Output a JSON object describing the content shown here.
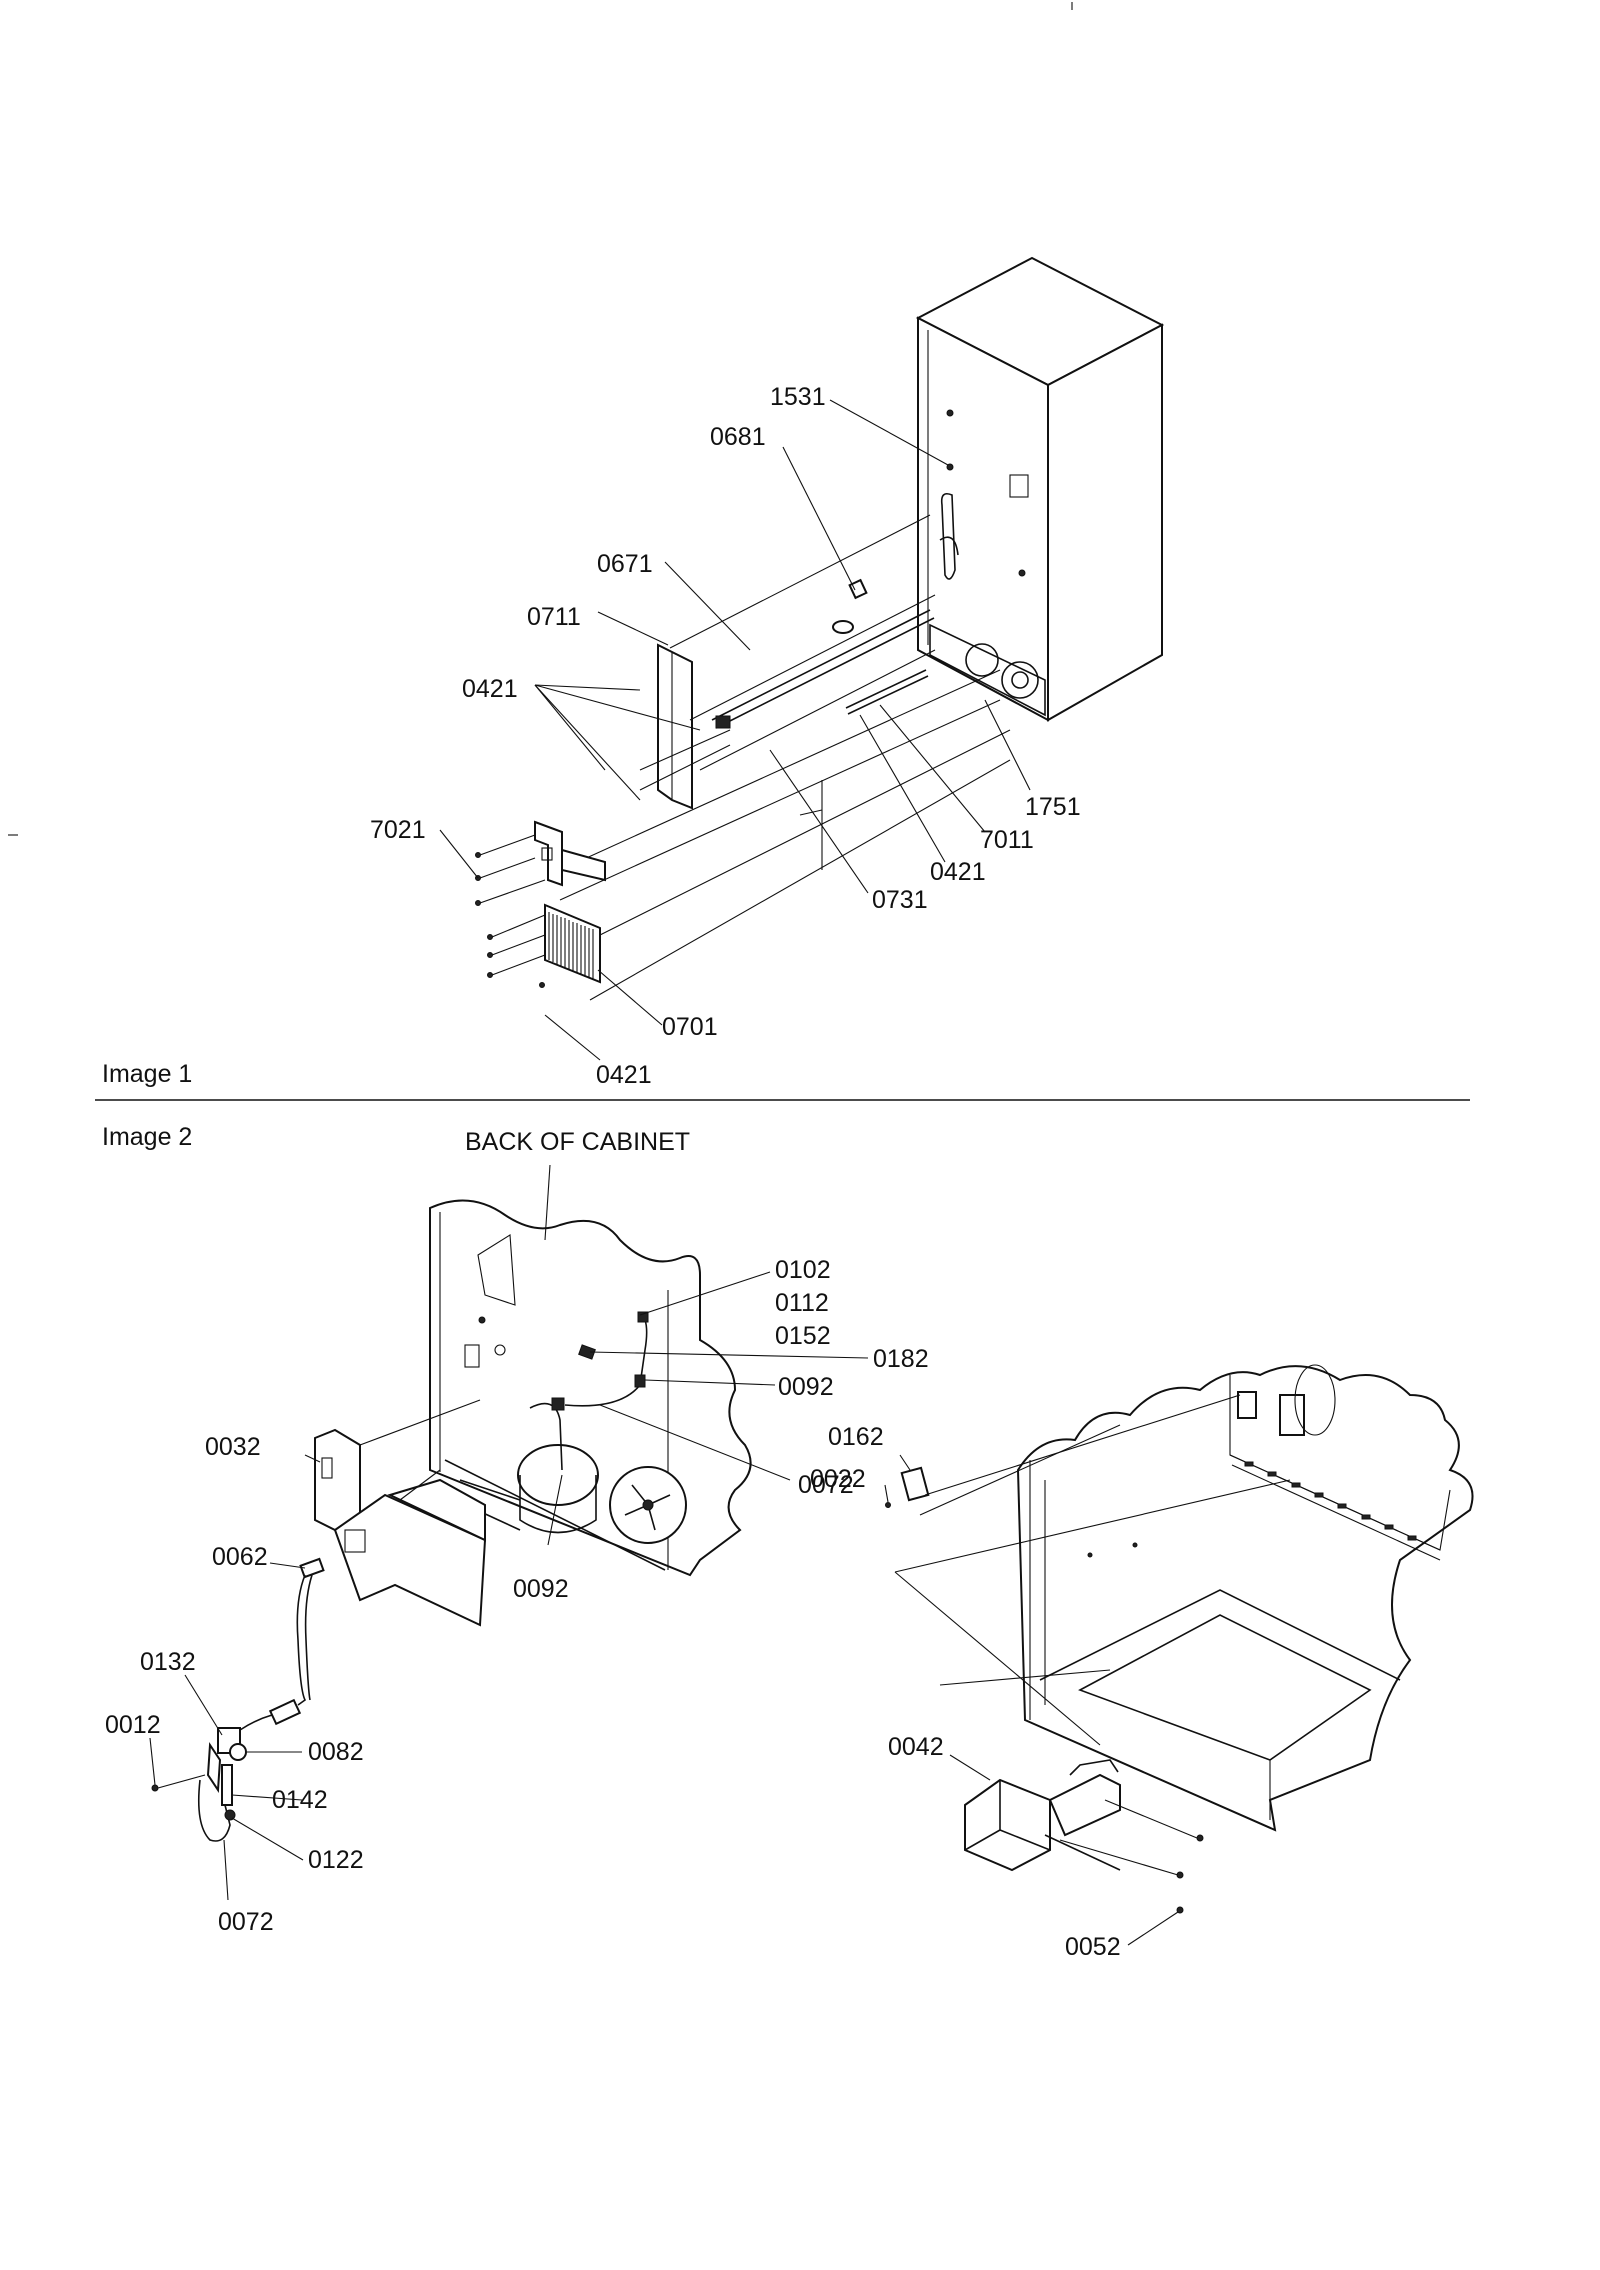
{
  "captions": {
    "image1": "Image 1",
    "image2": "Image 2",
    "back_of_cabinet": "BACK OF CABINET"
  },
  "image1_callouts": {
    "c1531": "1531",
    "c0681": "0681",
    "c0671": "0671",
    "c0711": "0711",
    "c0421_a": "0421",
    "c7021": "7021",
    "c1751": "1751",
    "c7011": "7011",
    "c0421_b": "0421",
    "c0731": "0731",
    "c0701": "0701",
    "c0421_c": "0421"
  },
  "image2_callouts": {
    "c0102": "0102",
    "c0112": "0112",
    "c0152": "0152",
    "c0182": "0182",
    "c0092_a": "0092",
    "c0032": "0032",
    "c0072_a": "0072",
    "c0062": "0062",
    "c0092_b": "0092",
    "c0132": "0132",
    "c0012": "0012",
    "c0082": "0082",
    "c0142": "0142",
    "c0122": "0122",
    "c0072_b": "0072",
    "c0162": "0162",
    "c0022": "0022",
    "c0042": "0042",
    "c0052": "0052"
  }
}
